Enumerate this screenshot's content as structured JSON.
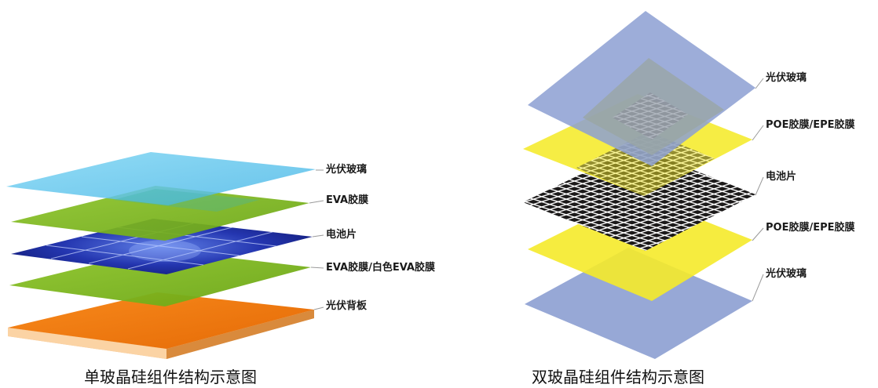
{
  "left_figure": {
    "caption": "单玻晶硅组件结构示意图",
    "layers": [
      {
        "label": "光伏玻璃"
      },
      {
        "label": "EVA胶膜"
      },
      {
        "label": "电池片"
      },
      {
        "label": "EVA胶膜/白色EVA胶膜"
      },
      {
        "label": "光伏背板"
      }
    ]
  },
  "right_figure": {
    "caption": "双玻晶硅组件结构示意图",
    "layers": [
      {
        "label": "光伏玻璃"
      },
      {
        "label": "POE胶膜/EPE胶膜"
      },
      {
        "label": "电池片"
      },
      {
        "label": "POE胶膜/EPE胶膜"
      },
      {
        "label": "光伏玻璃"
      }
    ]
  },
  "colors": {
    "glass_left": "#5fc8ee",
    "eva_green": "#7db51e",
    "cell_blue": "#1a2a9a",
    "backsheet_orange": "#f07a10",
    "glass_right": "#8c9fd2",
    "poe_yellow": "#f5ea2a",
    "cell_black": "#1c1a1a"
  }
}
